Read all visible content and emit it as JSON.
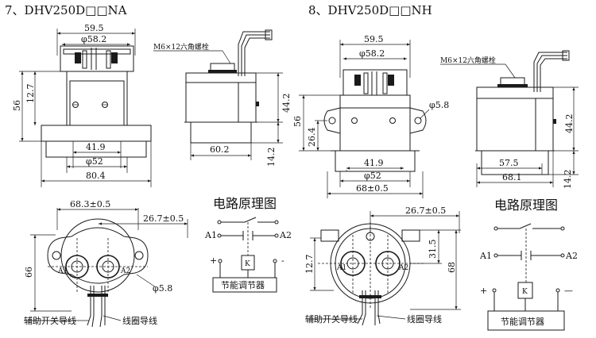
{
  "models": [
    {
      "title": "7、DHV250D□□NA",
      "dims": {
        "top_width": "59.5",
        "top_inner": "φ58.2",
        "height_total": "56",
        "height_upper": "12.7",
        "base_inner": "41.9",
        "base_dia": "φ52",
        "base_width": "80.4",
        "side_width": "60.2",
        "side_height": "44.2",
        "side_base": "14.2",
        "bolt_note": "M6×12六角螺栓",
        "bottom_pitch": "68.3±0.5",
        "bottom_offset": "26.7±0.5",
        "bottom_height": "66",
        "bottom_hole": "φ5.8",
        "aux_leads": "辅助开关导线",
        "coil_leads": "线圈导线",
        "term_a1": "A1",
        "term_a2": "A2"
      }
    },
    {
      "title": "8、DHV250D□□NH",
      "dims": {
        "top_width": "59.5",
        "top_inner": "φ58.2",
        "height_total": "56",
        "height_upper": "26.4",
        "base_inner": "41.9",
        "base_dia": "φ52",
        "base_width": "68±0.5",
        "flange_hole": "φ5.8",
        "side_width1": "57.5",
        "side_width2": "68.1",
        "side_height": "44.2",
        "side_base": "14.2",
        "bolt_note": "M6×12六角螺栓",
        "bottom_offset": "26.7±0.5",
        "bottom_h1": "31.5",
        "bottom_h2": "68",
        "bottom_h3": "12.7",
        "aux_leads": "辅助开关导线",
        "coil_leads": "线圈导线",
        "term_a1": "A1",
        "term_a2": "A2"
      }
    }
  ],
  "circuits": [
    {
      "title": "电路原理图",
      "a1": "A1",
      "a2": "A2",
      "plus": "+",
      "minus": "-",
      "coil": "K",
      "regulator": "节能调节器"
    },
    {
      "title": "电路原理图",
      "a1": "A1",
      "a2": "A2",
      "plus": "+",
      "minus": "—",
      "coil": "K",
      "regulator": "节能调节器"
    }
  ]
}
